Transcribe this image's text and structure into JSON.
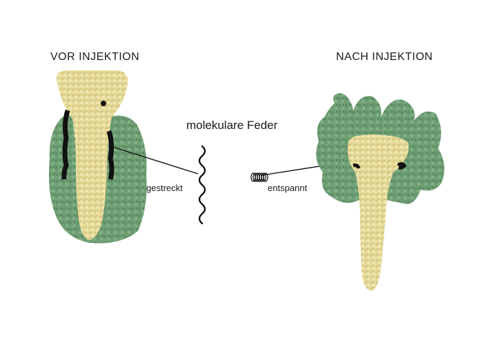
{
  "labels": {
    "before": "VOR  INJEKTION",
    "after": "NACH  INJEKTION",
    "spring": "molekulare Feder",
    "stretched": "gestreckt",
    "relaxed": "entspannt"
  },
  "colors": {
    "protein_green": "#6f9f74",
    "protein_green_dark": "#4d7c55",
    "tube_yellow": "#e6db9a",
    "tube_yellow_dark": "#c9bb72",
    "black": "#111111",
    "background": "#ffffff"
  }
}
